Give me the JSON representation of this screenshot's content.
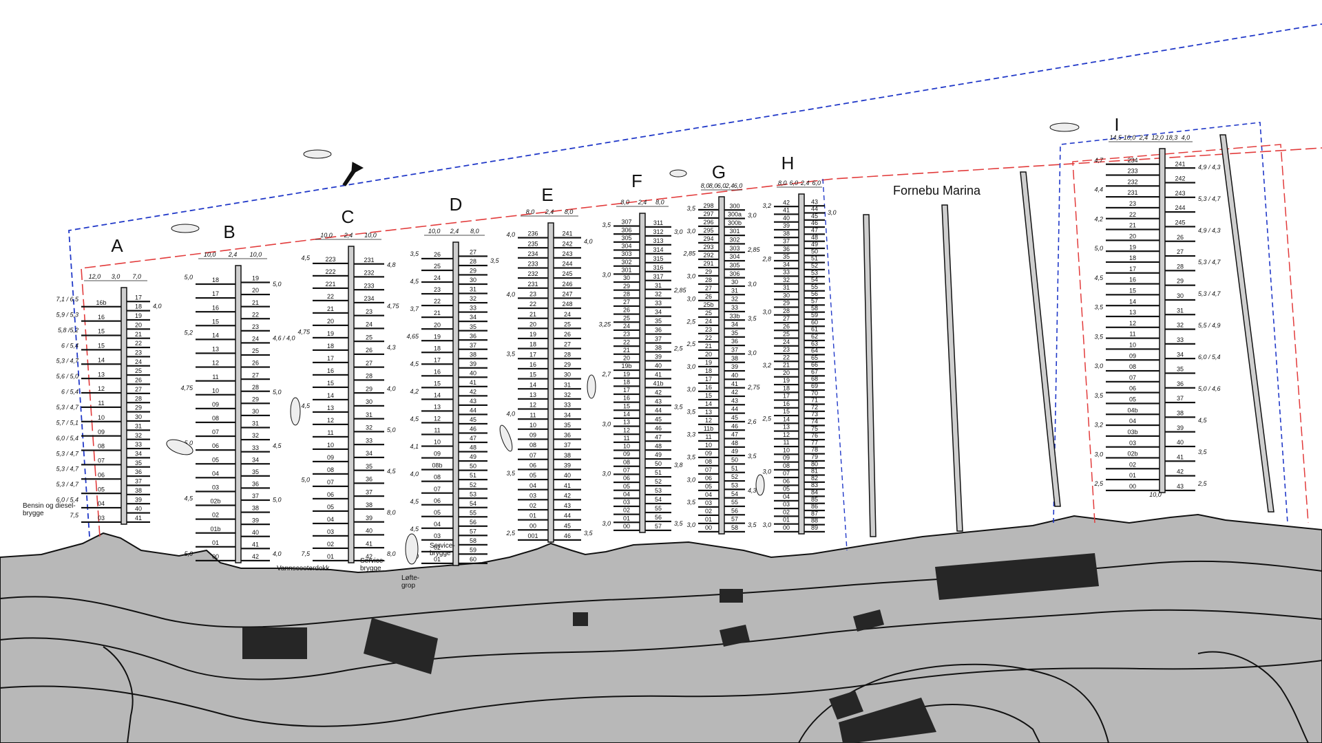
{
  "map": {
    "title": "Fornebu Marina",
    "service_jetty": "Service-\nbrygge",
    "jetski_dock": "Vannscooterdokk",
    "lift_pit": "Løfte-\ngrop",
    "fuel_jetty": "Bensin og diesel-\nbrygge",
    "colors": {
      "land": "#b8b8b8",
      "building": "#262626",
      "dock": "#cfcfcf",
      "boundary_blue": "#2038c8",
      "boundary_red": "#e23b3b",
      "line": "#111111"
    }
  },
  "docks": [
    {
      "letter": "A",
      "header_widths": [
        "12,0",
        "3,0",
        "7,0"
      ],
      "left": [
        "16b",
        "16",
        "15",
        "15",
        "14",
        "13",
        "12",
        "11",
        "10",
        "09",
        "08",
        "07",
        "06",
        "05",
        "04",
        "03"
      ],
      "right": [
        "17",
        "18",
        "19",
        "20",
        "21",
        "22",
        "23",
        "24",
        "25",
        "26",
        "27",
        "28",
        "29",
        "30",
        "31",
        "32",
        "33",
        "34",
        "35",
        "36",
        "37",
        "38",
        "39",
        "40",
        "41"
      ],
      "left_widths": [
        "7,1 / 6,5",
        "5,9 / 5,3",
        "5,8 /5,2",
        "6 / 5,4",
        "5,3 / 4,7",
        "5,6 / 5,0",
        "6 / 5,4",
        "5,3 / 4,7",
        "5,7 / 5,1",
        "6,0 / 5,4",
        "5,3 / 4,7",
        "5,3 / 4,7",
        "5,3 / 4,7",
        "6,0 / 5,4",
        "7,5"
      ],
      "right_widths": [
        "4,0"
      ]
    },
    {
      "letter": "B",
      "header_widths": [
        "10,0",
        "2,4",
        "10,0"
      ],
      "left": [
        "18",
        "17",
        "16",
        "15",
        "14",
        "13",
        "12",
        "11",
        "10",
        "09",
        "08",
        "07",
        "06",
        "05",
        "04",
        "03",
        "02b",
        "02",
        "01b",
        "01",
        "00"
      ],
      "right": [
        "19",
        "20",
        "21",
        "22",
        "23",
        "24",
        "25",
        "26",
        "27",
        "28",
        "29",
        "30",
        "31",
        "32",
        "33",
        "34",
        "35",
        "36",
        "37",
        "38",
        "39",
        "40",
        "41",
        "42"
      ],
      "left_widths": [
        "5,0",
        "5,2",
        "4,75",
        "5,0",
        "4,5",
        "5,0"
      ],
      "right_widths": [
        "5,0",
        "4,6 / 4,0",
        "5,0",
        "4,5",
        "5,0",
        "4,0"
      ]
    },
    {
      "letter": "C",
      "header_widths": [
        "10,0",
        "2,4",
        "10,0"
      ],
      "left": [
        "223",
        "222",
        "221",
        "22",
        "21",
        "20",
        "19",
        "18",
        "17",
        "16",
        "15",
        "14",
        "13",
        "12",
        "11",
        "10",
        "09",
        "08",
        "07",
        "06",
        "05",
        "04",
        "03",
        "02",
        "01"
      ],
      "right": [
        "231",
        "232",
        "233",
        "234",
        "23",
        "24",
        "25",
        "26",
        "27",
        "28",
        "29",
        "30",
        "31",
        "32",
        "33",
        "34",
        "35",
        "36",
        "37",
        "38",
        "39",
        "40",
        "41",
        "42"
      ],
      "left_widths": [
        "4,5",
        "4,75",
        "4,5",
        "5,0",
        "7,5"
      ],
      "right_widths": [
        "4,8",
        "4,75",
        "4,3",
        "4,0",
        "5,0",
        "4,5",
        "8,0",
        "8,0"
      ]
    },
    {
      "letter": "D",
      "header_widths": [
        "10,0",
        "2,4",
        "8,0"
      ],
      "left": [
        "26",
        "25",
        "24",
        "23",
        "22",
        "21",
        "20",
        "19",
        "18",
        "17",
        "16",
        "15",
        "14",
        "13",
        "12",
        "11",
        "10",
        "09",
        "08b",
        "08",
        "07",
        "06",
        "05",
        "04",
        "03",
        "02",
        "01"
      ],
      "right": [
        "27",
        "28",
        "29",
        "30",
        "31",
        "32",
        "33",
        "34",
        "35",
        "36",
        "37",
        "38",
        "39",
        "40",
        "41",
        "42",
        "43",
        "44",
        "45",
        "46",
        "47",
        "48",
        "49",
        "50",
        "51",
        "52",
        "53",
        "54",
        "55",
        "56",
        "57",
        "58",
        "59",
        "60"
      ],
      "left_widths": [
        "3,5",
        "4,5",
        "3,7",
        "4,65",
        "4,5",
        "4,2",
        "4,5",
        "4,1",
        "4,0",
        "4,5",
        "4,5",
        "4,0"
      ],
      "right_widths": [
        "3,5"
      ]
    },
    {
      "letter": "E",
      "header_widths": [
        "8,0",
        "2,4",
        "8,0"
      ],
      "left": [
        "236",
        "235",
        "234",
        "233",
        "232",
        "231",
        "23",
        "22",
        "21",
        "20",
        "19",
        "18",
        "17",
        "16",
        "15",
        "14",
        "13",
        "12",
        "11",
        "10",
        "09",
        "08",
        "07",
        "06",
        "05",
        "04",
        "03",
        "02",
        "01",
        "00",
        "001"
      ],
      "right": [
        "241",
        "242",
        "243",
        "244",
        "245",
        "246",
        "247",
        "248",
        "24",
        "25",
        "26",
        "27",
        "28",
        "29",
        "30",
        "31",
        "32",
        "33",
        "34",
        "35",
        "36",
        "37",
        "38",
        "39",
        "40",
        "41",
        "42",
        "43",
        "44",
        "45",
        "46"
      ],
      "left_widths": [
        "4,0",
        "4,0",
        "3,5",
        "4,0",
        "3,5",
        "2,5"
      ],
      "right_widths": [
        "4,0",
        "3,5"
      ]
    },
    {
      "letter": "F",
      "header_widths": [
        "8,0",
        "2,4",
        "8,0"
      ],
      "left": [
        "307",
        "306",
        "305",
        "304",
        "303",
        "302",
        "301",
        "30",
        "29",
        "28",
        "27",
        "26",
        "25",
        "24",
        "23",
        "22",
        "21",
        "20",
        "19b",
        "19",
        "18",
        "17",
        "16",
        "15",
        "14",
        "13",
        "12",
        "11",
        "10",
        "09",
        "08",
        "07",
        "06",
        "05",
        "04",
        "03",
        "02",
        "01",
        "00"
      ],
      "right": [
        "311",
        "312",
        "313",
        "314",
        "315",
        "316",
        "317",
        "31",
        "32",
        "33",
        "34",
        "35",
        "36",
        "37",
        "38",
        "39",
        "40",
        "41",
        "41b",
        "42",
        "43",
        "44",
        "45",
        "46",
        "47",
        "48",
        "49",
        "50",
        "51",
        "52",
        "53",
        "54",
        "55",
        "56",
        "57"
      ],
      "left_widths": [
        "3,5",
        "3,0",
        "3,25",
        "2,7",
        "3,0",
        "3,0",
        "3,0"
      ],
      "right_widths": [
        "3,0",
        "2,85",
        "2,5",
        "3,5",
        "3,8",
        "3,5"
      ]
    },
    {
      "letter": "G",
      "header_widths": [
        "8,0",
        "8,0",
        "6,0",
        "2,4",
        "6,0"
      ],
      "left": [
        "298",
        "297",
        "296",
        "295",
        "294",
        "293",
        "292",
        "291",
        "29",
        "28",
        "27",
        "26",
        "25b",
        "25",
        "24",
        "23",
        "22",
        "21",
        "20",
        "19",
        "18",
        "17",
        "16",
        "15",
        "14",
        "13",
        "12",
        "11b",
        "11",
        "10",
        "09",
        "08",
        "07",
        "06",
        "05",
        "04",
        "03",
        "02",
        "01",
        "00"
      ],
      "right": [
        "300",
        "300a",
        "300b",
        "301",
        "302",
        "303",
        "304",
        "305",
        "306",
        "30",
        "31",
        "32",
        "33",
        "33b",
        "34",
        "35",
        "36",
        "37",
        "38",
        "39",
        "40",
        "41",
        "42",
        "43",
        "44",
        "45",
        "46",
        "47",
        "48",
        "49",
        "50",
        "51",
        "52",
        "53",
        "54",
        "55",
        "56",
        "57",
        "58"
      ],
      "left_widths": [
        "3,5",
        "3,0",
        "2,85",
        "3,0",
        "3,0",
        "2,5",
        "2,5",
        "3,0",
        "3,0",
        "3,5",
        "3,3",
        "3,5",
        "3,0",
        "3,5",
        "3,0"
      ],
      "right_widths": [
        "3,0",
        "2,85",
        "3,0",
        "3,5",
        "3,0",
        "2,75",
        "2,6",
        "3,5",
        "4,3",
        "3,5"
      ]
    },
    {
      "letter": "H",
      "header_widths": [
        "8,0",
        "6,0",
        "2,4",
        "6,0"
      ],
      "left": [
        "42",
        "41",
        "40",
        "39",
        "38",
        "37",
        "36",
        "35",
        "34",
        "33",
        "32",
        "31",
        "30",
        "29",
        "28",
        "27",
        "26",
        "25",
        "24",
        "23",
        "22",
        "21",
        "20",
        "19",
        "18",
        "17",
        "16",
        "15",
        "14",
        "13",
        "12",
        "11",
        "10",
        "09",
        "08",
        "07",
        "06",
        "05",
        "04",
        "03",
        "02",
        "01",
        "00"
      ],
      "right": [
        "43",
        "44",
        "45",
        "46",
        "47",
        "48",
        "49",
        "50",
        "51",
        "52",
        "53",
        "54",
        "55",
        "56",
        "57",
        "58",
        "59",
        "60",
        "61",
        "62",
        "63",
        "64",
        "65",
        "66",
        "67",
        "68",
        "69",
        "70",
        "71",
        "72",
        "73",
        "74",
        "75",
        "76",
        "77",
        "78",
        "79",
        "80",
        "81",
        "82",
        "83",
        "84",
        "85",
        "86",
        "87",
        "88",
        "89"
      ],
      "left_widths": [
        "3,2",
        "2,8",
        "3,0",
        "3,2",
        "2,5",
        "3,0",
        "3,0"
      ],
      "right_widths": [
        "3,0"
      ]
    },
    {
      "letter": "I",
      "header_widths": [
        "14,5",
        "10,0",
        "2,4",
        "12,0",
        "18,3",
        "4,0"
      ],
      "left": [
        "234",
        "233",
        "232",
        "231",
        "23",
        "22",
        "21",
        "20",
        "19",
        "18",
        "17",
        "16",
        "15",
        "14",
        "13",
        "12",
        "11",
        "10",
        "09",
        "08",
        "07",
        "06",
        "05",
        "04b",
        "04",
        "03b",
        "03",
        "02b",
        "02",
        "01",
        "00"
      ],
      "right": [
        "241",
        "242",
        "243",
        "244",
        "245",
        "26",
        "27",
        "28",
        "29",
        "30",
        "31",
        "32",
        "33",
        "34",
        "35",
        "36",
        "37",
        "38",
        "39",
        "40",
        "41",
        "42",
        "43"
      ],
      "left_widths": [
        "4,7",
        "4,4",
        "4,2",
        "5,0",
        "4,5",
        "3,5",
        "3,5",
        "3,0",
        "3,5",
        "3,2",
        "3,0",
        "2,5"
      ],
      "right_widths": [
        "4,9 / 4,3",
        "5,3 / 4,7",
        "4,9 / 4,3",
        "5,3 / 4,7",
        "5,3 / 4,7",
        "5,5 / 4,9",
        "6,0 / 5,4",
        "5,0 / 4,6",
        "4,5",
        "3,5",
        "2,5"
      ],
      "bottom_width": "10,0"
    }
  ]
}
